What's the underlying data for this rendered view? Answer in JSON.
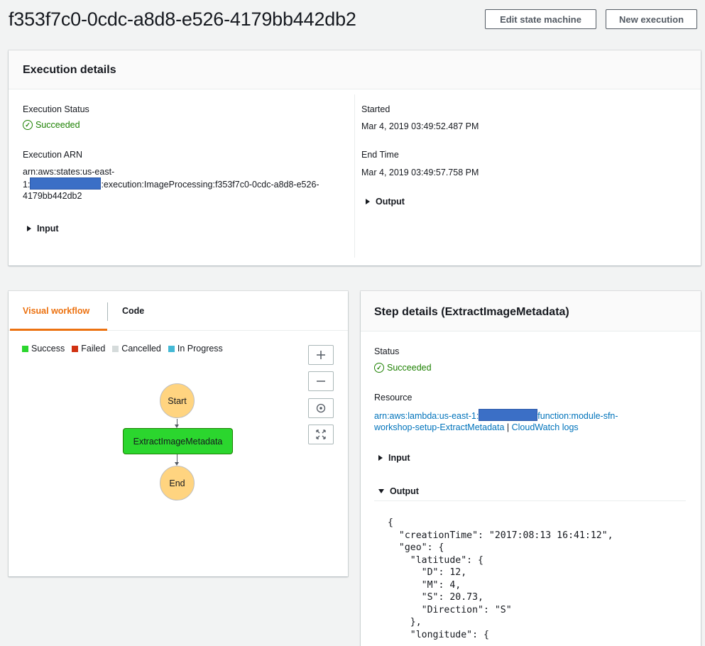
{
  "header": {
    "title": "f353f7c0-0cdc-a8d8-e526-4179bb442db2",
    "edit_button": "Edit state machine",
    "new_execution_button": "New execution"
  },
  "execution_details": {
    "title": "Execution details",
    "status_label": "Execution Status",
    "status_value": "Succeeded",
    "arn_label": "Execution ARN",
    "arn_line1": "arn:aws:states:us-east-",
    "arn_line2_prefix": "1:",
    "arn_line2_suffix": ":execution:ImageProcessing:f353f7c0-0cdc-a8d8-e526-",
    "arn_line3": "4179bb442db2",
    "input_label": "Input",
    "started_label": "Started",
    "started_value": "Mar 4, 2019 03:49:52.487 PM",
    "end_time_label": "End Time",
    "end_time_value": "Mar 4, 2019 03:49:57.758 PM",
    "output_label": "Output"
  },
  "workflow": {
    "tabs": [
      {
        "label": "Visual workflow",
        "active": true
      },
      {
        "label": "Code",
        "active": false
      }
    ],
    "legend": [
      {
        "label": "Success",
        "color": "#2bd62e"
      },
      {
        "label": "Failed",
        "color": "#d13212"
      },
      {
        "label": "Cancelled",
        "color": "#d5dbdb"
      },
      {
        "label": "In Progress",
        "color": "#44b9d6"
      }
    ],
    "nodes": {
      "start": "Start",
      "task": "ExtractImageMetadata",
      "end": "End"
    },
    "zoom_icons": [
      "zoom-in-icon",
      "zoom-out-icon",
      "center-icon",
      "fit-icon"
    ]
  },
  "step_details": {
    "title": "Step details (ExtractImageMetadata)",
    "status_label": "Status",
    "status_value": "Succeeded",
    "resource_label": "Resource",
    "resource_line1_prefix": "arn:aws:lambda:us-east-1:",
    "resource_line1_suffix": "function:module-sfn-",
    "resource_line2": "workshop-setup-ExtractMetadata",
    "separator": " | ",
    "cloudwatch_link": "CloudWatch logs",
    "input_label": "Input",
    "output_label": "Output",
    "output_code": "{\n  \"creationTime\": \"2017:08:13 16:41:12\",\n  \"geo\": {\n    \"latitude\": {\n      \"D\": 12,\n      \"M\": 4,\n      \"S\": 20.73,\n      \"Direction\": \"S\"\n    },\n    \"longitude\": {"
  }
}
